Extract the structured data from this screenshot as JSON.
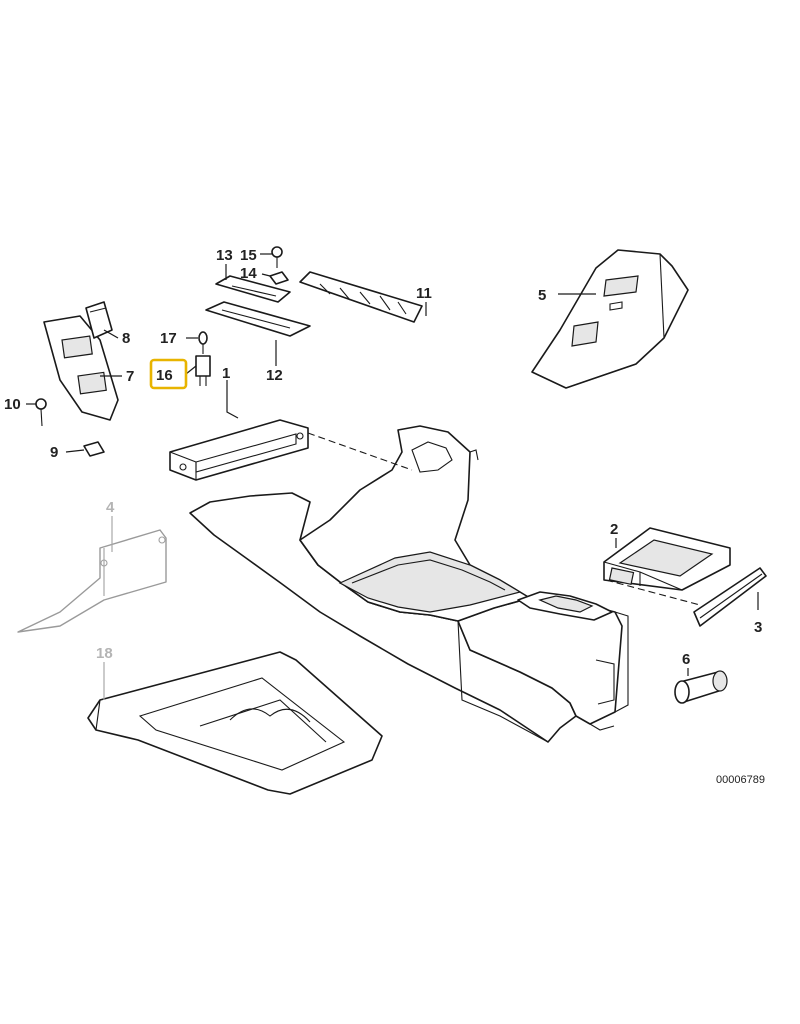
{
  "diagram": {
    "highlight_color": "#e8b400",
    "muted_color": "#b4b4b4",
    "reference_number": "00006789",
    "callouts": {
      "c1": "1",
      "c2": "2",
      "c3": "3",
      "c4": "4",
      "c5": "5",
      "c6": "6",
      "c7": "7",
      "c8": "8",
      "c9": "9",
      "c10": "10",
      "c11": "11",
      "c12": "12",
      "c13": "13",
      "c14": "14",
      "c15": "15",
      "c16": "16",
      "c17": "17",
      "c18": "18"
    },
    "highlighted_callout": "16",
    "muted_callouts": [
      "4",
      "18"
    ]
  }
}
